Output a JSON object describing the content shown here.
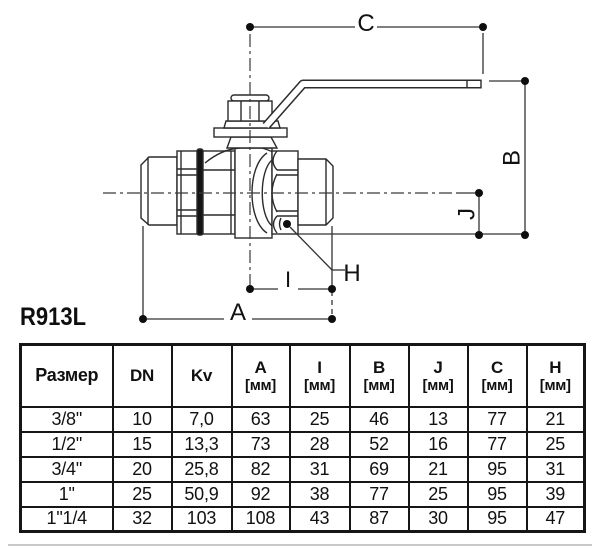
{
  "product_code": "R913L",
  "diagram": {
    "type": "ball-valve technical drawing with dimension callouts",
    "labels": {
      "A": "A",
      "B": "B",
      "C": "C",
      "H": "H",
      "I": "I",
      "J": "J"
    }
  },
  "table": {
    "headers": [
      {
        "label": "Размер",
        "unit": ""
      },
      {
        "label": "DN",
        "unit": ""
      },
      {
        "label": "Kv",
        "unit": ""
      },
      {
        "label": "A",
        "unit": "[мм]"
      },
      {
        "label": "I",
        "unit": "[мм]"
      },
      {
        "label": "B",
        "unit": "[мм]"
      },
      {
        "label": "J",
        "unit": "[мм]"
      },
      {
        "label": "C",
        "unit": "[мм]"
      },
      {
        "label": "H",
        "unit": "[мм]"
      }
    ],
    "rows": [
      [
        "3/8\"",
        "10",
        "7,0",
        "63",
        "25",
        "46",
        "13",
        "77",
        "21"
      ],
      [
        "1/2\"",
        "15",
        "13,3",
        "73",
        "28",
        "52",
        "16",
        "77",
        "25"
      ],
      [
        "3/4\"",
        "20",
        "25,8",
        "82",
        "31",
        "69",
        "21",
        "95",
        "31"
      ],
      [
        "1\"",
        "25",
        "50,9",
        "92",
        "38",
        "77",
        "25",
        "95",
        "39"
      ],
      [
        "1\"1/4",
        "32",
        "103",
        "108",
        "43",
        "87",
        "30",
        "95",
        "47"
      ]
    ]
  },
  "colors": {
    "line": "#2b2b2b",
    "dimension": "#333333",
    "text": "#111111",
    "background": "#ffffff"
  }
}
